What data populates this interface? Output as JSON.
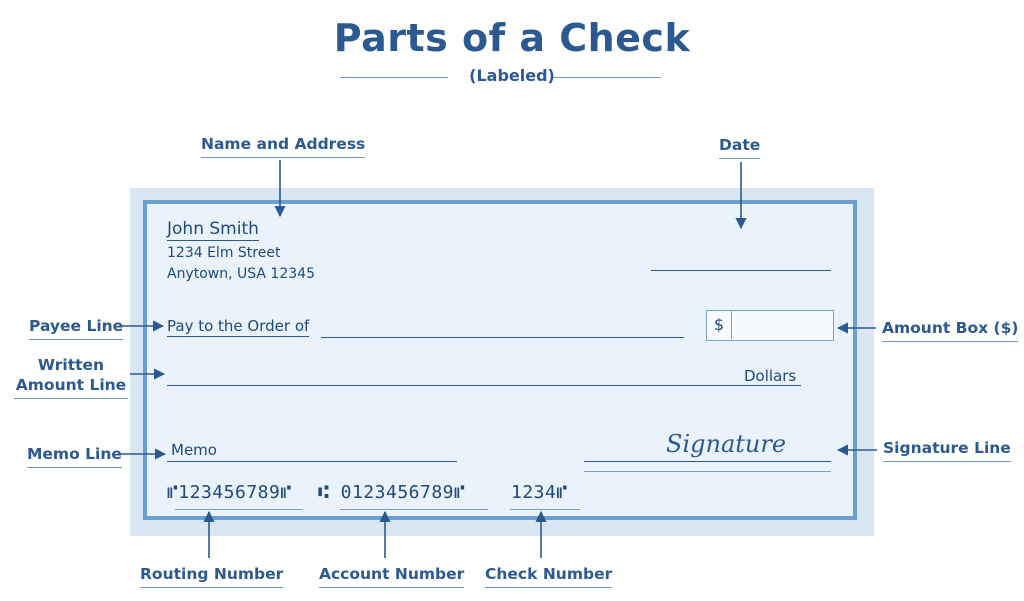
{
  "header": {
    "title": "Parts of a Check",
    "subtitle": "(Labeled)"
  },
  "check": {
    "name": "John Smith",
    "address_line1": "1234 Elm Street",
    "address_line2": "Anytown, USA 12345",
    "pay_to": "Pay to the Order of",
    "dollar_sign": "$",
    "dollars": "Dollars",
    "memo": "Memo",
    "signature": "Signature",
    "routing": "⑈123456789⑈",
    "account": "⑆ 0123456789⑈",
    "check_number": "1234⑈"
  },
  "labels": {
    "name_address": "Name and Address",
    "date": "Date",
    "payee_line": "Payee Line",
    "written_amount_1": "Written",
    "written_amount_2": "Amount Line",
    "amount_box": "Amount Box ($)",
    "memo_line": "Memo Line",
    "signature_line": "Signature Line",
    "routing_number": "Routing Number",
    "account_number": "Account Number",
    "check_number": "Check Number"
  },
  "colors": {
    "primary": "#2c5a90",
    "check_border": "#6b9fd1",
    "check_bg": "#eaf2fb",
    "outer_bg": "#d9e7f5"
  }
}
